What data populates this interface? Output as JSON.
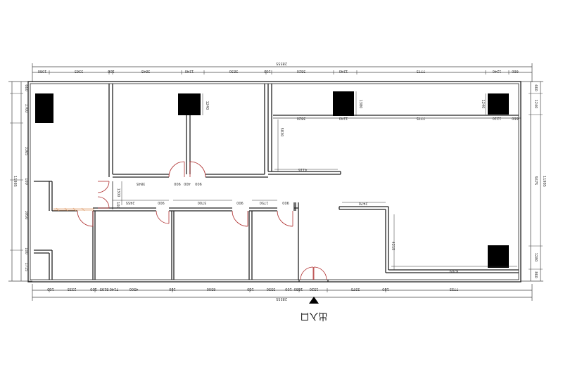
{
  "labels": {
    "total_width_top": "28555",
    "total_width_bottom": "28555",
    "height_left": "11985",
    "height_right": "11985",
    "entrance": "出入口"
  },
  "dims_top_row": [
    "1060",
    "3365",
    "100",
    "3845",
    "1240",
    "3830",
    "100",
    "3820",
    "1240",
    "7775",
    "1240",
    "660"
  ],
  "dims_inner_row": [
    "3820",
    "1240",
    "7775",
    "1210",
    "660"
  ],
  "dims_bottom_row": [
    "100",
    "2335",
    "100",
    "8195",
    "7140",
    "4500",
    "100",
    "6500",
    "100",
    "3550",
    "100",
    "1680",
    "1520",
    "3375",
    "100",
    "7755"
  ],
  "dims_left_col": [
    "660",
    "1700",
    "3365",
    "100",
    "3950",
    "100",
    "1715"
  ],
  "dims_right_col": [
    "660",
    "1240",
    "5675",
    "1280",
    "860"
  ],
  "dims_interior": [
    "1240",
    "1380",
    "1240",
    "3845",
    "900",
    "400",
    "900",
    "4116",
    "5830",
    "1300",
    "100",
    "2455",
    "900",
    "3700",
    "900",
    "1750",
    "900",
    "2470",
    "4215",
    "8209"
  ],
  "colors": {
    "wall": "#222222",
    "door": "#b03030",
    "column": "#000000",
    "accent": "#e0a070"
  }
}
